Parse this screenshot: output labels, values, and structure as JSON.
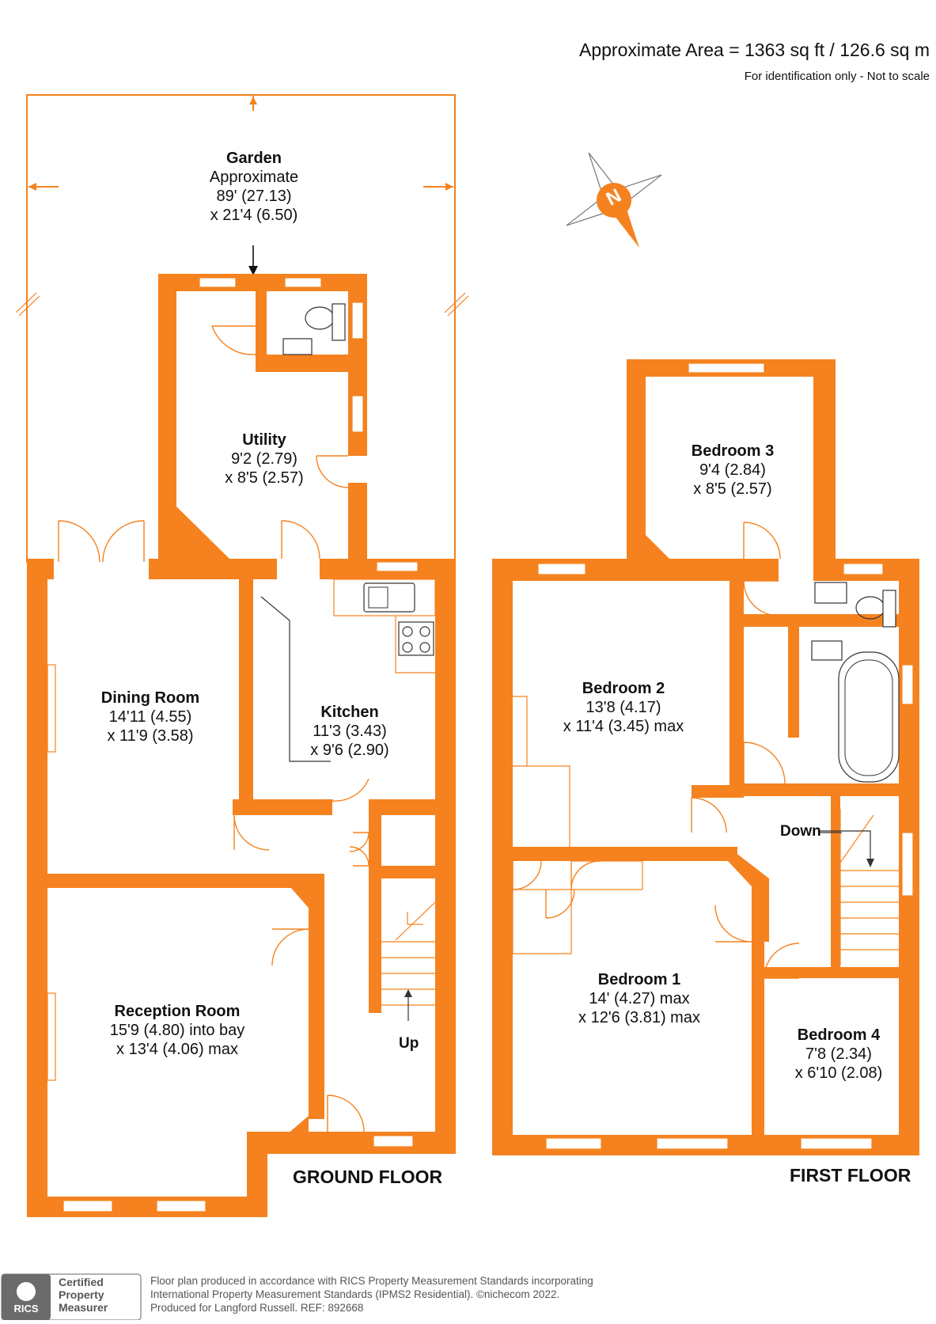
{
  "header": {
    "area": "Approximate Area = 1363 sq ft / 126.6 sq m",
    "disclaimer": "For identification only - Not to scale"
  },
  "compass": {
    "letter": "N"
  },
  "rooms": {
    "garden": {
      "name": "Garden",
      "l1": "Approximate",
      "l2": "89' (27.13)",
      "l3": "x 21'4 (6.50)"
    },
    "utility": {
      "name": "Utility",
      "l1": "9'2 (2.79)",
      "l2": "x 8'5 (2.57)"
    },
    "dining": {
      "name": "Dining Room",
      "l1": "14'11 (4.55)",
      "l2": "x 11'9 (3.58)"
    },
    "kitchen": {
      "name": "Kitchen",
      "l1": "11'3 (3.43)",
      "l2": "x 9'6 (2.90)"
    },
    "reception": {
      "name": "Reception Room",
      "l1": "15'9 (4.80) into bay",
      "l2": "x 13'4 (4.06) max"
    },
    "bedroom3": {
      "name": "Bedroom 3",
      "l1": "9'4 (2.84)",
      "l2": "x 8'5 (2.57)"
    },
    "bedroom2": {
      "name": "Bedroom 2",
      "l1": "13'8 (4.17)",
      "l2": "x 11'4 (3.45) max"
    },
    "bedroom1": {
      "name": "Bedroom 1",
      "l1": "14' (4.27) max",
      "l2": "x 12'6 (3.81) max"
    },
    "bedroom4": {
      "name": "Bedroom 4",
      "l1": "7'8 (2.34)",
      "l2": "x 6'10 (2.08)"
    }
  },
  "labels": {
    "up": "Up",
    "down": "Down",
    "ground_floor": "GROUND FLOOR",
    "first_floor": "FIRST FLOOR"
  },
  "footer": {
    "badge_l1": "Certified",
    "badge_l2": "Property",
    "badge_l3": "Measurer",
    "rics": "RICS",
    "line1": "Floor plan produced in accordance with RICS Property Measurement Standards incorporating",
    "line2": "International Property Measurement Standards (IPMS2 Residential).  ©nichecom 2022.",
    "line3": "Produced for Langford Russell.   REF: 892668"
  },
  "colors": {
    "wall": "#F5821F",
    "line": "#F5821F",
    "text": "#111111"
  }
}
